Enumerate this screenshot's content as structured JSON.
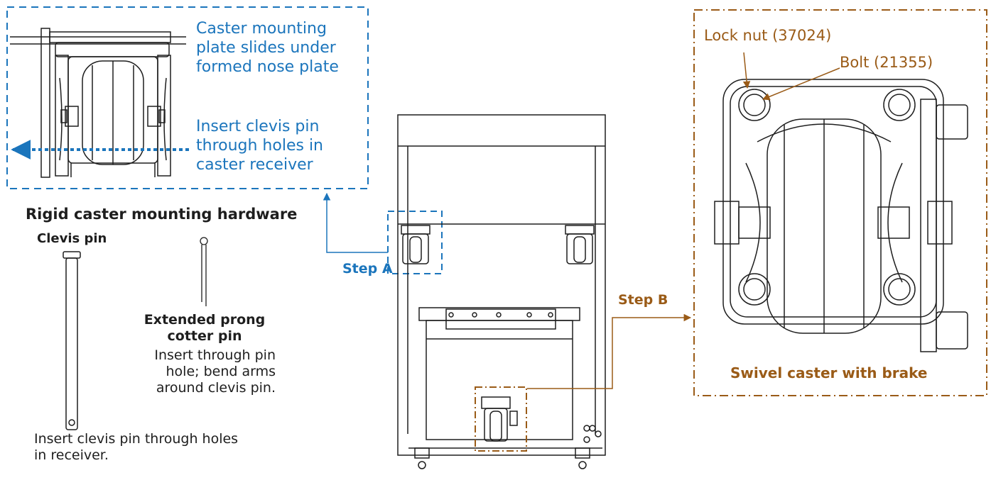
{
  "colors": {
    "detail_a": "#1b75bc",
    "detail_b": "#9a5b17",
    "line": "#1e1e1e"
  },
  "detail_a": {
    "callout_slide": "Caster mounting\nplate slides under\nformed nose plate",
    "callout_insert": "Insert clevis pin\nthrough holes in\ncaster receiver",
    "step_label": "Step A"
  },
  "rigid_hardware": {
    "heading": "Rigid caster mounting hardware",
    "clevis_title": "Clevis pin",
    "cotter_title": "Extended prong\ncotter pin",
    "cotter_note": "Insert through pin\nhole; bend arms\naround clevis pin.",
    "clevis_note": "Insert clevis pin through holes\nin receiver."
  },
  "detail_b": {
    "step_label": "Step B",
    "lock_nut": "Lock nut (37024)",
    "bolt": "Bolt (21355)",
    "caption": "Swivel caster with brake"
  }
}
